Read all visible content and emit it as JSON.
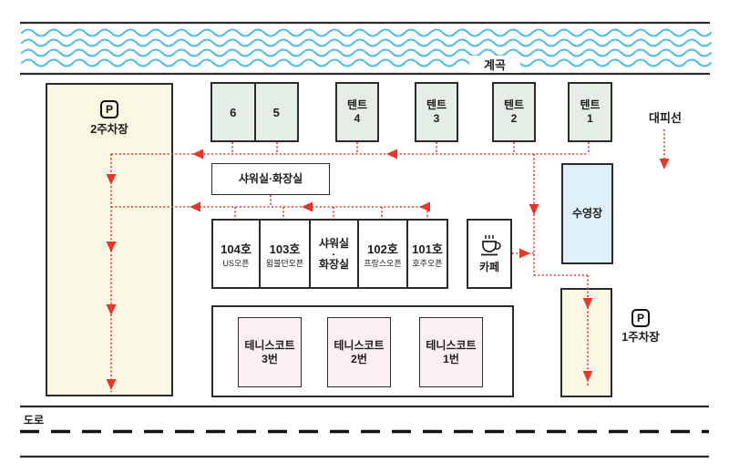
{
  "colors": {
    "path_red": "#e8362b",
    "water_blue": "#4cbde9",
    "site_green": "#e5eee5",
    "parking_cream": "#faf7e4",
    "pool_blue": "#e0f0f9",
    "court_pink": "#fbeff5",
    "outline_dark": "#2b2b2b"
  },
  "water": {
    "label": "계곡"
  },
  "evacuation": {
    "label": "대피선"
  },
  "road": {
    "label": "도로"
  },
  "parking2": {
    "icon_letter": "P",
    "label": "2주차장"
  },
  "parking1": {
    "icon_letter": "P",
    "label": "1주차장"
  },
  "pool": {
    "label": "수영장"
  },
  "cafe": {
    "label": "카페",
    "icon": "coffee-cup"
  },
  "shower_main": {
    "label": "샤워실·화장실"
  },
  "site_pair": [
    {
      "number": "6"
    },
    {
      "number": "5"
    }
  ],
  "tents": [
    {
      "type": "텐트",
      "number": "4"
    },
    {
      "type": "텐트",
      "number": "3"
    },
    {
      "type": "텐트",
      "number": "2"
    },
    {
      "type": "텐트",
      "number": "1"
    }
  ],
  "rooms": [
    {
      "title": "104호",
      "subtitle": "US오픈"
    },
    {
      "title": "103호",
      "subtitle": "윔블던오픈"
    },
    {
      "lines": [
        "샤워실",
        "·",
        "화장실"
      ]
    },
    {
      "title": "102호",
      "subtitle": "프랑스오픈"
    },
    {
      "title": "101호",
      "subtitle": "호주오픈"
    }
  ],
  "tennis_courts": [
    {
      "name": "테니스코트",
      "number": "3번"
    },
    {
      "name": "테니스코트",
      "number": "2번"
    },
    {
      "name": "테니스코트",
      "number": "1번"
    }
  ]
}
